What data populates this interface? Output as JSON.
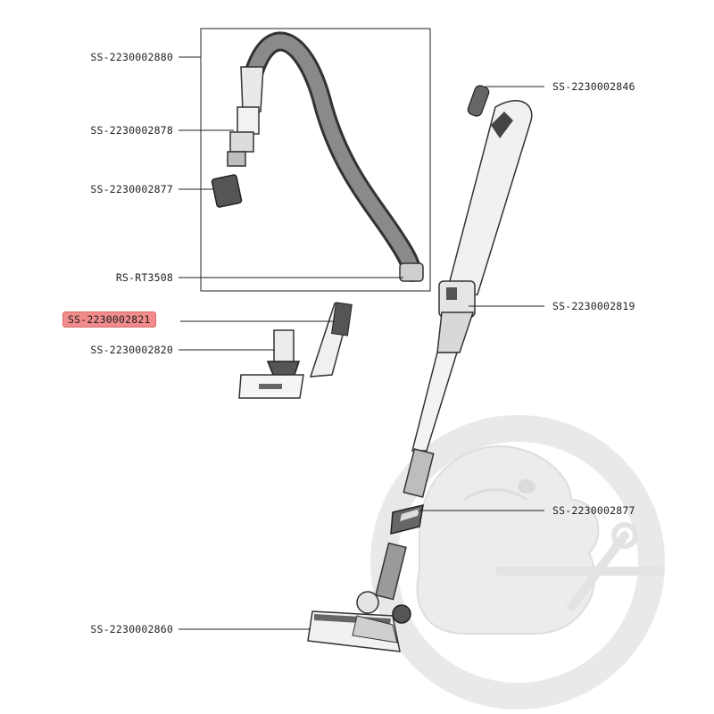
{
  "colors": {
    "highlight": "#f28c8c",
    "line": "#222222",
    "watermark": "#e6e6e6"
  },
  "labels": [
    {
      "id": "hose-handle-part",
      "text": "SS-2230002880"
    },
    {
      "id": "hose-ring-part",
      "text": "SS-2230002878"
    },
    {
      "id": "hose-clip-part",
      "text": "SS-2230002877"
    },
    {
      "id": "hose-assembly-part",
      "text": "RS-RT3508"
    },
    {
      "id": "crevice-tool-part",
      "text": "SS-2230002821",
      "highlighted": true
    },
    {
      "id": "upholstery-brush-part",
      "text": "SS-2230002820"
    },
    {
      "id": "handle-grip-part",
      "text": "SS-2230002846"
    },
    {
      "id": "tube-stick-part",
      "text": "SS-2230002819"
    },
    {
      "id": "nozzle-clip-part",
      "text": "SS-2230002877"
    },
    {
      "id": "floor-nozzle-part",
      "text": "SS-2230002860"
    }
  ]
}
